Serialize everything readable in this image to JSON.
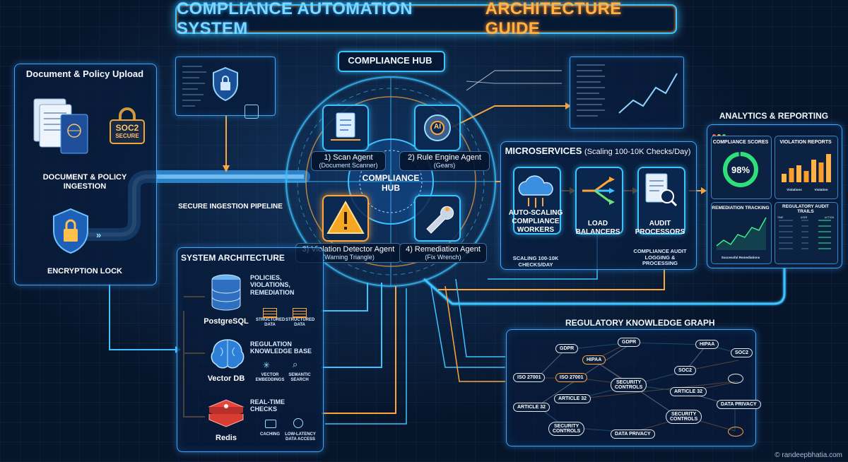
{
  "title": {
    "part1": "COMPLIANCE AUTOMATION SYSTEM",
    "part2": "ARCHITECTURE GUIDE"
  },
  "upload": {
    "title": "Document & Policy Upload",
    "badge_line1": "SOC2",
    "badge_line2": "SECURE",
    "ingestion": "DOCUMENT & POLICY\nINGESTION",
    "lock": "ENCRYPTION LOCK"
  },
  "pipeline": {
    "label": "SECURE INGESTION PIPELINE"
  },
  "hub": {
    "title": "COMPLIANCE HUB",
    "center": "COMPLIANCE\nHUB",
    "agents": [
      {
        "name": "1) Scan Agent",
        "desc": "(Document Scanner)"
      },
      {
        "name": "2) Rule Engine Agent",
        "desc": "(Gears)"
      },
      {
        "name": "3) Violation Detector Agent",
        "desc": "(Warning Triangle)"
      },
      {
        "name": "4) Remediation Agent",
        "desc": "(Fix Wrench)"
      }
    ],
    "ai_chip": "AI"
  },
  "microservices": {
    "title": "MICROSERVICES",
    "title_note": "(Scaling 100-10K Checks/Day)",
    "items": [
      {
        "label": "AUTO-SCALING\nCOMPLIANCE\nWORKERS",
        "note": "SCALING 100-10K\nCHECKS/DAY"
      },
      {
        "label": "LOAD\nBALANCERS",
        "note": ""
      },
      {
        "label": "AUDIT\nPROCESSORS",
        "note": "COMPLIANCE AUDIT\nLOGGING &\nPROCESSING"
      }
    ]
  },
  "analytics": {
    "title": "ANALYTICS & REPORTING",
    "scores_title": "COMPLIANCE SCORES",
    "score_value": "98%",
    "score_fraction": 0.98,
    "violations_title": "VIOLATION REPORTS",
    "violations_legend": [
      "Violations",
      "Violation"
    ],
    "violations_values": [
      3,
      5,
      6,
      4,
      8,
      7,
      10
    ],
    "remediation_title": "REMEDIATION TRACKING",
    "remediation_legend": "Successful Remediations",
    "audit_title": "REGULATORY AUDIT\nTRAILS",
    "audit_headers": [
      "TIME",
      "USER",
      "ACTION"
    ]
  },
  "system": {
    "title": "SYSTEM ARCHITECTURE",
    "dbs": [
      {
        "name": "PostgreSQL",
        "desc": "POLICIES,\nVIOLATIONS,\nREMEDIATION",
        "tags": [
          "STRUCTURED\nDATA",
          "STRUCTURED\nDATA"
        ]
      },
      {
        "name": "Vector DB",
        "desc": "REGULATION\nKNOWLEDGE BASE",
        "tags": [
          "VECTOR\nEMBEDDINGS",
          "SEMANTIC\nSEARCH"
        ]
      },
      {
        "name": "Redis",
        "desc": "REAL-TIME\nCHECKS",
        "tags": [
          "CACHING",
          "LOW-LATENCY\nDATA ACCESS"
        ]
      }
    ]
  },
  "graph": {
    "title": "REGULATORY KNOWLEDGE GRAPH",
    "nodes": [
      "GDPR",
      "GDPR",
      "HIPAA",
      "HIPAA",
      "SOC2",
      "SOC2",
      "ISO 27001",
      "ISO 27001",
      "SECURITY\nCONTROLS",
      "ARTICLE 32",
      "ARTICLE 32",
      "ARTICLE 32",
      "DATA PRIVACY",
      "SECURITY\nCONTROLS",
      "SECURITY\nCONTROLS",
      "DATA PRIVACY"
    ]
  },
  "watermark": "© randeepbhatia.com",
  "colors": {
    "accent": "#3cc3ff",
    "orange": "#ffa53a",
    "bg": "#07152b",
    "green": "#2ecc71"
  }
}
